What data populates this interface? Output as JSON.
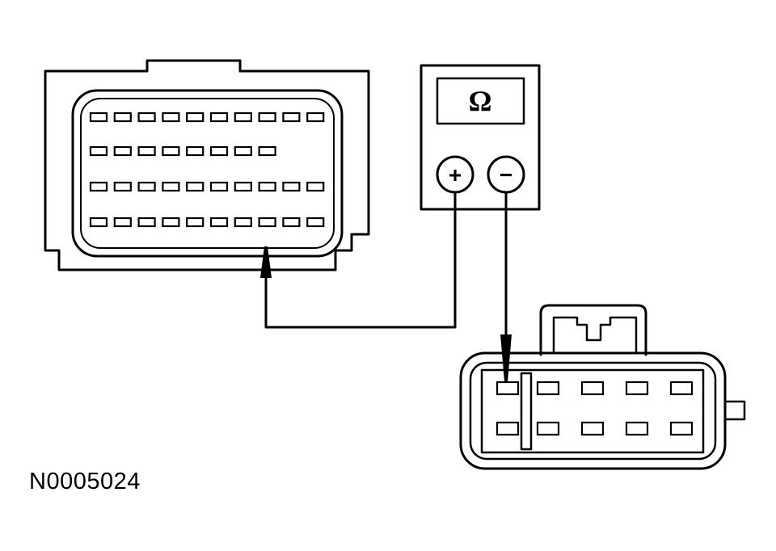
{
  "diagram": {
    "figure_id": "N0005024",
    "meter": {
      "display_symbol": "Ω",
      "positive_symbol": "+",
      "negative_symbol": "−"
    },
    "large_connector": {
      "rows": [
        10,
        8,
        10,
        10
      ],
      "probed_row": 4,
      "probed_pin": 8
    },
    "small_connector": {
      "rows": [
        5,
        5
      ],
      "probed_row": 1,
      "probed_pin": 1
    },
    "colors": {
      "line": "#000000",
      "background": "#ffffff"
    }
  }
}
